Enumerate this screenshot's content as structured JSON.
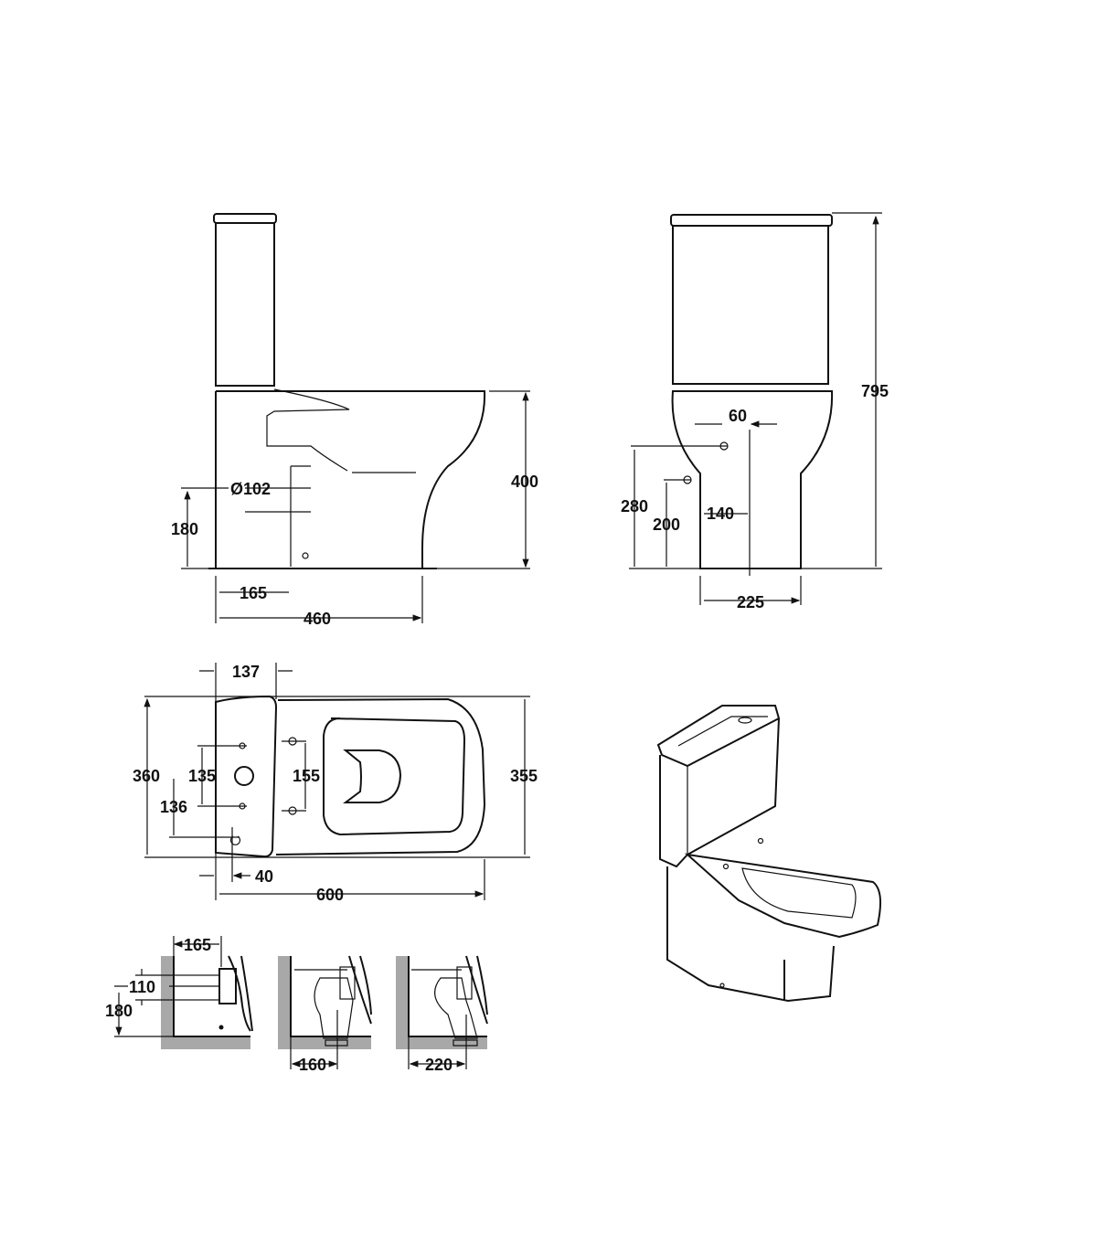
{
  "side_view": {
    "height_400": "400",
    "outlet_height_180": "180",
    "outlet_diameter": "Ø102",
    "outlet_offset_165": "165",
    "length_460": "460"
  },
  "front_view": {
    "total_height_795": "795",
    "gap_60": "60",
    "inlet_height_280": "280",
    "inlet_height_200": "200",
    "offset_140": "140",
    "base_width_225": "225"
  },
  "top_view": {
    "tank_depth_137": "137",
    "width_360": "360",
    "hole_spacing_135": "135",
    "offset_136": "136",
    "seat_holes_155": "155",
    "width_355": "355",
    "offset_40": "40",
    "length_600": "600"
  },
  "install_views": {
    "wall_165": "165",
    "pipe_110": "110",
    "height_180": "180",
    "floor_160": "160",
    "floor_220": "220"
  }
}
